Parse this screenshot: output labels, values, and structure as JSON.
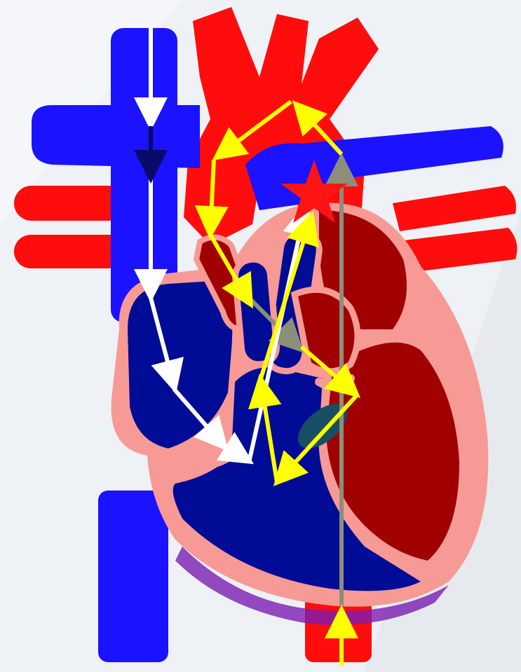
{
  "diagram": {
    "subject": "heart-blood-flow-diagram",
    "colors": {
      "background": "#eef1f5",
      "deoxygenated": "#1b12ff",
      "oxygenated": "#ff0d0d",
      "chamber_deoxygenated": "#000c96",
      "chamber_oxygenated": "#a10000",
      "myocardium": "#f79a95",
      "path_white": "#ffffff",
      "path_yellow": "#ffff00",
      "path_gray": "#8a8f7a",
      "star": "#ff1414",
      "oval_marker": "#184e63"
    },
    "icons": [
      "arrow",
      "star",
      "oval-marker"
    ]
  }
}
